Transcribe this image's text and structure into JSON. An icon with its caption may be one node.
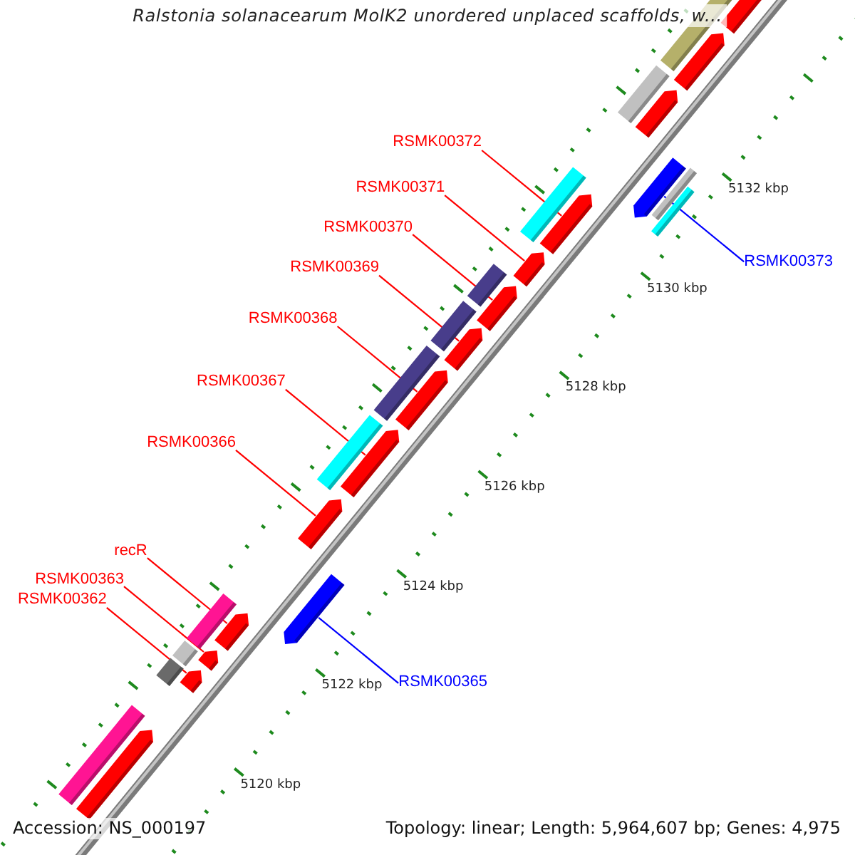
{
  "diagram": {
    "title": "Ralstonia solanacearum MolK2 unordered unplaced scaffolds, w...",
    "nodes": [
      {
        "text": [
          "RSMK00372"
        ]
      },
      {
        "text": [
          "RSMK00371"
        ]
      },
      {
        "text": [
          "RSMK00370"
        ]
      },
      {
        "text": [
          "RSMK00369"
        ]
      },
      {
        "text": [
          "RSMK00373"
        ]
      },
      {
        "text": [
          "RSMK00368"
        ]
      },
      {
        "text": [
          "RSMK00367"
        ]
      },
      {
        "text": [
          "RSMK00366"
        ]
      },
      {
        "text": [
          "recR"
        ]
      },
      {
        "text": [
          "RSMK00363"
        ]
      },
      {
        "text": [
          "RSMK00362"
        ]
      },
      {
        "text": [
          "RSMK00365"
        ]
      },
      {
        "text": [],
        "shape": "arrow"
      },
      {
        "text": [],
        "shape": "bar"
      },
      {
        "text": [],
        "shape": "arrow"
      },
      {
        "text": [],
        "shape": "bar"
      },
      {
        "text": [],
        "shape": "arrow"
      },
      {
        "text": [],
        "shape": "arrow"
      },
      {
        "text": [],
        "shape": "bar"
      },
      {
        "text": [],
        "shape": "bar"
      },
      {
        "text": [],
        "shape": "bar"
      },
      {
        "text": [],
        "shape": "arrow"
      },
      {
        "text": [],
        "shape": "arrow"
      },
      {
        "text": [],
        "shape": "bar"
      },
      {
        "text": [],
        "shape": "arrow"
      },
      {
        "text": [],
        "shape": "bar"
      },
      {
        "text": [],
        "shape": "arrow"
      },
      {
        "text": [],
        "shape": "bar"
      },
      {
        "text": [],
        "shape": "arrow"
      },
      {
        "text": [],
        "shape": "bar"
      },
      {
        "text": [],
        "shape": "arrow"
      },
      {
        "text": [],
        "shape": "arrow"
      },
      {
        "text": [],
        "shape": "arrow"
      },
      {
        "text": [],
        "shape": "bar"
      },
      {
        "text": [],
        "shape": "arrow"
      },
      {
        "text": [],
        "shape": "bar"
      },
      {
        "text": [],
        "shape": "arrow"
      },
      {
        "text": [],
        "shape": "bar"
      },
      {
        "text": [],
        "shape": "arrow"
      },
      {
        "text": [],
        "shape": "bar"
      },
      {
        "text": [],
        "shape": "arrow"
      }
    ],
    "edges": [
      {
        "from": 0,
        "to": 21,
        "arrow": "none"
      },
      {
        "from": 1,
        "to": 22,
        "arrow": "none"
      },
      {
        "from": 2,
        "to": 24,
        "arrow": "none"
      },
      {
        "from": 3,
        "to": 26,
        "arrow": "none"
      },
      {
        "from": 4,
        "to": 17,
        "arrow": "none",
        "color": "#0000ff"
      },
      {
        "from": 5,
        "to": 28,
        "arrow": "none"
      },
      {
        "from": 6,
        "to": 30,
        "arrow": "none"
      },
      {
        "from": 7,
        "to": 31,
        "arrow": "none"
      },
      {
        "from": 8,
        "to": 34,
        "arrow": "none"
      },
      {
        "from": 9,
        "to": 36,
        "arrow": "none"
      },
      {
        "from": 10,
        "to": 38,
        "arrow": "none"
      },
      {
        "from": 11,
        "to": 32,
        "arrow": "none",
        "color": "#0000ff"
      }
    ],
    "labels": [
      "5132 kbp",
      "5130 kbp",
      "5128 kbp",
      "5126 kbp",
      "5124 kbp",
      "5122 kbp",
      "5120 kbp",
      "Accession: NS_000197",
      "Topology: linear; Length: 5,964,607 bp; Genes: 4,975"
    ]
  }
}
